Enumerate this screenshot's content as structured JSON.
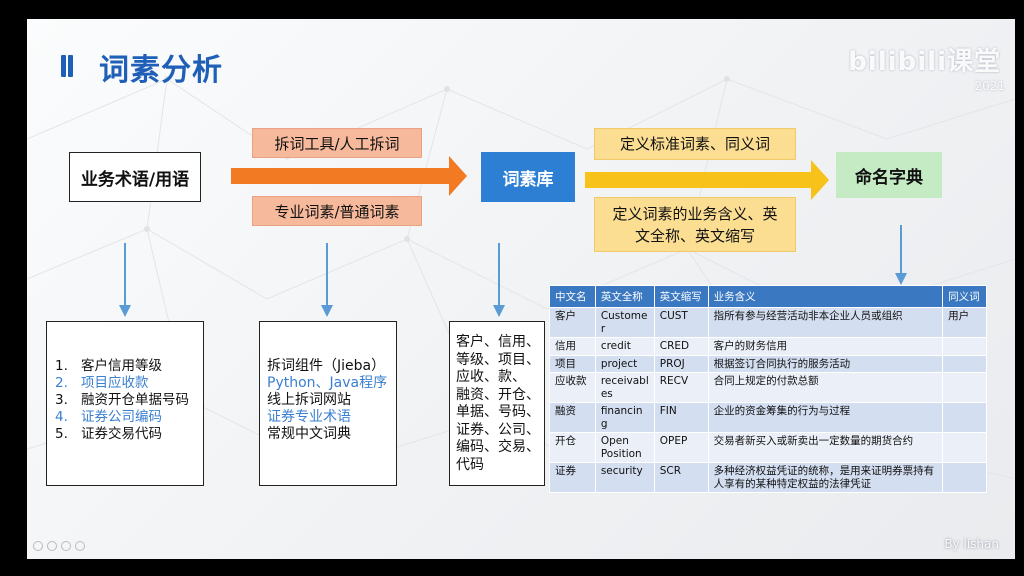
{
  "slide": {
    "title": "词素分析",
    "logo": "bilibili课堂",
    "logo_sub": "2021",
    "watermark": "By lishan"
  },
  "flow": {
    "source": "业务术语/用语",
    "tool_top": "拆词工具/人工拆词",
    "tool_bottom": "专业词素/普通词素",
    "library": "词素库",
    "define_top": "定义标准词素、同义词",
    "define_bottom": "定义词素的业务含义、英文全称、英文缩写",
    "dictionary": "命名字典"
  },
  "terms_list": [
    {
      "num": "1.",
      "text": "客户信用等级",
      "highlight": false
    },
    {
      "num": "2.",
      "text": "项目应收款",
      "highlight": true
    },
    {
      "num": "3.",
      "text": "融资开仓单据号码",
      "highlight": false
    },
    {
      "num": "4.",
      "text": "证券公司编码",
      "highlight": true
    },
    {
      "num": "5.",
      "text": "证券交易代码",
      "highlight": false
    }
  ],
  "tools_list": [
    {
      "text": "拆词组件（Jieba）",
      "highlight": false
    },
    {
      "text": "Python、Java程序",
      "highlight": true
    },
    {
      "text": "线上拆词网站",
      "highlight": false
    },
    {
      "text": "证券专业术语",
      "highlight": true
    },
    {
      "text": "常规中文词典",
      "highlight": false
    }
  ],
  "morphemes": [
    "客户、信用、",
    "等级、项目、",
    "应收、款、",
    "融资、开仓、",
    "单据、号码、",
    "证券、公司、",
    "编码、交易、",
    "代码"
  ],
  "dictionary": {
    "headers": [
      "中文名",
      "英文全称",
      "英文缩写",
      "业务含义",
      "同义词"
    ],
    "rows": [
      [
        "客户",
        "Custome r",
        "CUST",
        "指所有参与经营活动非本企业人员或组织",
        "用户"
      ],
      [
        "信用",
        "credit",
        "CRED",
        "客户的财务信用",
        ""
      ],
      [
        "项目",
        "project",
        "PROJ",
        "根据签订合同执行的服务活动",
        ""
      ],
      [
        "应收款",
        "receivabl es",
        "RECV",
        "合同上规定的付款总额",
        ""
      ],
      [
        "融资",
        "financin g",
        "FIN",
        "企业的资金筹集的行为与过程",
        ""
      ],
      [
        "开仓",
        "Open Position",
        "OPEP",
        "交易者新买入或新卖出一定数量的期货合约",
        ""
      ],
      [
        "证券",
        "security",
        "SCR",
        "多种经济权益凭证的统称，是用来证明券票持有人享有的某种特定权益的法律凭证",
        ""
      ]
    ]
  },
  "colors": {
    "title": "#1f5fb8",
    "library_box": "#2d7fd3",
    "dictionary_box": "#c5ebc4",
    "tool_box": "#f6b99c",
    "define_box": "#fcde93",
    "orange_arrow": "#f27a22",
    "yellow_arrow": "#f7c21a",
    "down_arrow": "#5b9bd5",
    "table_header": "#3b78c2"
  }
}
